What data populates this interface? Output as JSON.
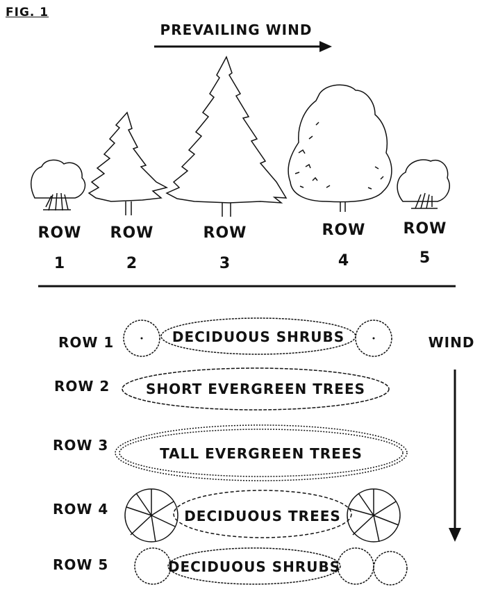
{
  "figure_label": "FIG. 1",
  "prevailing_wind_label": "PREVAILING WIND",
  "elevation_rows": [
    {
      "word": "ROW",
      "number": "1"
    },
    {
      "word": "ROW",
      "number": "2"
    },
    {
      "word": "ROW",
      "number": "3"
    },
    {
      "word": "ROW",
      "number": "4"
    },
    {
      "word": "ROW",
      "number": "5"
    }
  ],
  "plan_rows": [
    {
      "label": "ROW 1",
      "description": "DECIDUOUS SHRUBS"
    },
    {
      "label": "ROW 2",
      "description": "SHORT EVERGREEN TREES"
    },
    {
      "label": "ROW 3",
      "description": "TALL EVERGREEN TREES"
    },
    {
      "label": "ROW 4",
      "description": "DECIDUOUS TREES"
    },
    {
      "label": "ROW 5",
      "description": "DECIDUOUS SHRUBS"
    }
  ],
  "wind_label": "WIND",
  "colors": {
    "ink": "#111111",
    "paper": "#ffffff"
  }
}
